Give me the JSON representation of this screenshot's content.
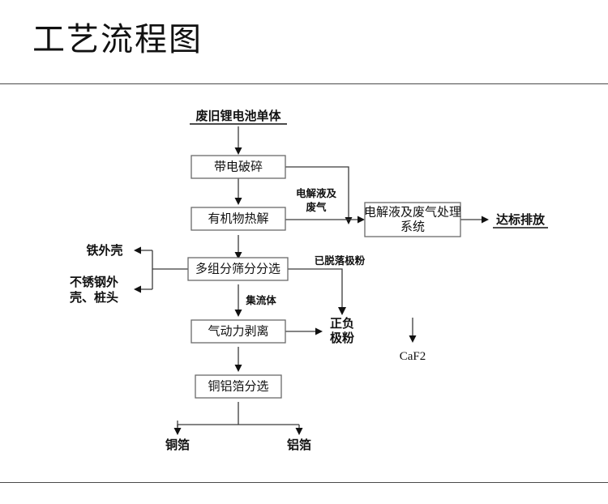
{
  "page": {
    "title": "工艺流程图",
    "background_color": "#ffffff",
    "rule_color": "#4a4a4a",
    "line_color": "#3b3b3b",
    "box_border_color": "#6a6a6a",
    "text_color": "#111111"
  },
  "diagram": {
    "type": "process-flowchart",
    "nodes": [
      {
        "id": "input",
        "kind": "terminal",
        "label": "废旧锂电池单体",
        "underlined": true,
        "bold": true
      },
      {
        "id": "crush",
        "kind": "process",
        "label": "带电破碎"
      },
      {
        "id": "pyrolysis",
        "kind": "process",
        "label": "有机物热解"
      },
      {
        "id": "gas_system",
        "kind": "process",
        "label_line1": "电解液及废气处理",
        "label_line2": "系统"
      },
      {
        "id": "emission",
        "kind": "terminal",
        "label": "达标排放",
        "underlined": true,
        "bold": true
      },
      {
        "id": "caf2",
        "kind": "output",
        "label": "CaF2"
      },
      {
        "id": "sorting",
        "kind": "process",
        "label": "多组分筛分分选"
      },
      {
        "id": "iron_shell",
        "kind": "output",
        "label": "铁外壳",
        "bold": true
      },
      {
        "id": "steel_shell",
        "kind": "output",
        "label_line1": "不锈钢外",
        "label_line2": "壳、桩头",
        "bold": true
      },
      {
        "id": "stripping",
        "kind": "process",
        "label": "气动力剥离"
      },
      {
        "id": "electrode_powder",
        "kind": "output",
        "label_line1": "正负",
        "label_line2": "极粉",
        "bold": true
      },
      {
        "id": "foil_sorting",
        "kind": "process",
        "label": "铜铝箔分选"
      },
      {
        "id": "copper_foil",
        "kind": "output",
        "label": "铜箔",
        "bold": true
      },
      {
        "id": "aluminum_foil",
        "kind": "output",
        "label": "铝箔",
        "bold": true
      }
    ],
    "edges": [
      {
        "from": "input",
        "to": "crush",
        "label": ""
      },
      {
        "from": "crush",
        "to": "gas_system",
        "label_line1": "电解液及",
        "label_line2": "废气"
      },
      {
        "from": "crush",
        "to": "pyrolysis",
        "label": ""
      },
      {
        "from": "pyrolysis",
        "to": "gas_system",
        "label": ""
      },
      {
        "from": "gas_system",
        "to": "emission",
        "label": ""
      },
      {
        "from": "gas_system",
        "to": "caf2",
        "label": ""
      },
      {
        "from": "pyrolysis",
        "to": "sorting",
        "label": ""
      },
      {
        "from": "sorting",
        "to": "iron_shell",
        "label": ""
      },
      {
        "from": "sorting",
        "to": "steel_shell",
        "label": ""
      },
      {
        "from": "sorting",
        "to": "electrode_powder",
        "label": "已脱落极粉"
      },
      {
        "from": "sorting",
        "to": "stripping",
        "label": "集流体"
      },
      {
        "from": "stripping",
        "to": "electrode_powder",
        "label": ""
      },
      {
        "from": "stripping",
        "to": "foil_sorting",
        "label": ""
      },
      {
        "from": "foil_sorting",
        "to": "copper_foil",
        "label": ""
      },
      {
        "from": "foil_sorting",
        "to": "aluminum_foil",
        "label": ""
      }
    ]
  },
  "labels": {
    "input": "废旧锂电池单体",
    "crush": "带电破碎",
    "pyrolysis": "有机物热解",
    "gas_system_l1": "电解液及废气处理",
    "gas_system_l2": "系统",
    "emission": "达标排放",
    "caf2": "CaF2",
    "sorting": "多组分筛分分选",
    "iron_shell": "铁外壳",
    "steel_shell_l1": "不锈钢外",
    "steel_shell_l2": "壳、桩头",
    "stripping": "气动力剥离",
    "electrode_powder_l1": "正负",
    "electrode_powder_l2": "极粉",
    "foil_sorting": "铜铝箔分选",
    "copper_foil": "铜箔",
    "aluminum_foil": "铝箔",
    "edge_gas_l1": "电解液及",
    "edge_gas_l2": "废气",
    "edge_shed_powder": "已脱落极粉",
    "edge_current_collector": "集流体"
  }
}
